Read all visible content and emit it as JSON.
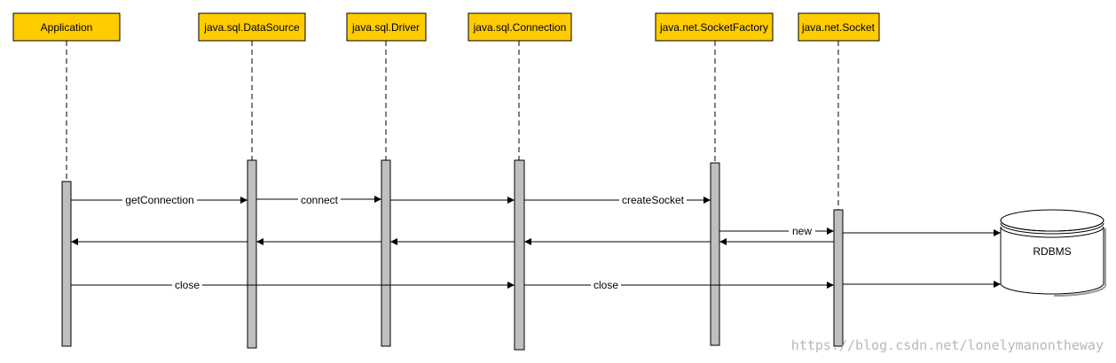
{
  "actors": [
    {
      "label": "Application"
    },
    {
      "label": "java.sql.DataSource"
    },
    {
      "label": "java.sql.Driver"
    },
    {
      "label": "java.sql.Connection"
    },
    {
      "label": "java.net.SocketFactory"
    },
    {
      "label": "java.net.Socket"
    }
  ],
  "messages": {
    "getConnection": "getConnection",
    "connect": "connect",
    "createSocket": "createSocket",
    "new": "new",
    "close_app": "close",
    "close_conn": "close"
  },
  "database": {
    "label": "RDBMS"
  },
  "watermark": "https://blog.csdn.net/lonelymanontheway",
  "colors": {
    "actor_fill": "#ffcc00",
    "activation_fill": "#bfbfbf"
  }
}
